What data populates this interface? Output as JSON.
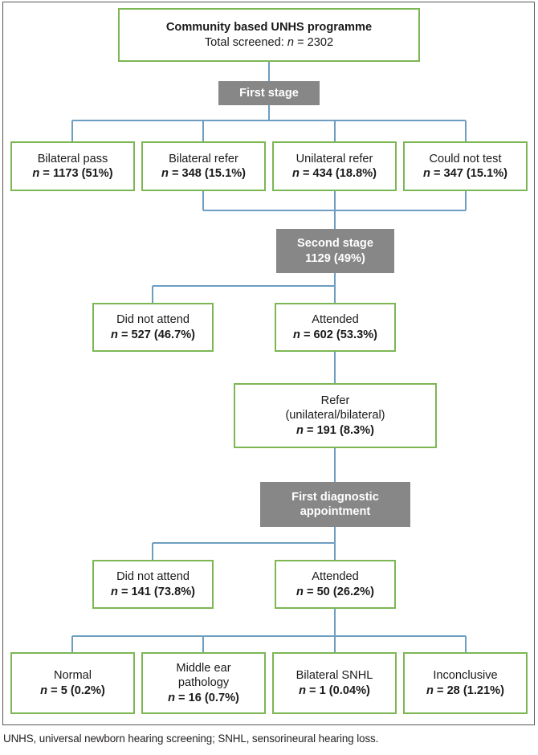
{
  "figure": {
    "type": "flowchart",
    "caption": "UNHS, universal newborn hearing screening; SNHL, sensorineural hearing loss.",
    "colors": {
      "node_border_green": "#7cb754",
      "node_fill_gray": "#878787",
      "connector_blue": "#6d9dc0",
      "text_dark": "#1a1a1a",
      "text_light": "#ffffff",
      "frame_border": "#58585a"
    }
  },
  "nodes": {
    "root": {
      "title": "Community based UNHS programme",
      "subtitle": "Total screened: n = 2302",
      "subtitle_prefix": "Total screened: ",
      "subtitle_nvar": "n",
      "subtitle_value": " = 2302"
    },
    "stage1": {
      "label": "First stage"
    },
    "outcomes1": [
      {
        "label": "Bilateral pass",
        "nvar": "n",
        "stat": " = 1173 (51%)",
        "count": 1173,
        "percent": 51.0
      },
      {
        "label": "Bilateral refer",
        "nvar": "n",
        "stat": " = 348 (15.1%)",
        "count": 348,
        "percent": 15.1
      },
      {
        "label": "Unilateral refer",
        "nvar": "n",
        "stat": " = 434 (18.8%)",
        "count": 434,
        "percent": 18.8
      },
      {
        "label": "Could not test",
        "nvar": "n",
        "stat": " = 347 (15.1%)",
        "count": 347,
        "percent": 15.1
      }
    ],
    "stage2": {
      "label": "Second stage",
      "stat": "1129 (49%)",
      "count": 1129,
      "percent": 49.0
    },
    "attendance1": [
      {
        "label": "Did not attend",
        "nvar": "n",
        "stat": " = 527 (46.7%)",
        "count": 527,
        "percent": 46.7
      },
      {
        "label": "Attended",
        "nvar": "n",
        "stat": " = 602 (53.3%)",
        "count": 602,
        "percent": 53.3
      }
    ],
    "refer": {
      "line1": "Refer",
      "line2": "(unilateral/bilateral)",
      "nvar": "n",
      "stat": " = 191 (8.3%)",
      "count": 191,
      "percent": 8.3
    },
    "stage3": {
      "line1": "First diagnostic",
      "line2": "appointment"
    },
    "attendance2": [
      {
        "label": "Did not attend",
        "nvar": "n",
        "stat": " = 141 (73.8%)",
        "count": 141,
        "percent": 73.8
      },
      {
        "label": "Attended",
        "nvar": "n",
        "stat": " = 50 (26.2%)",
        "count": 50,
        "percent": 26.2
      }
    ],
    "diagnoses": [
      {
        "label_line1": "Normal",
        "label_line2": "",
        "nvar": "n",
        "stat": " = 5 (0.2%)",
        "count": 5,
        "percent": 0.2
      },
      {
        "label_line1": "Middle ear",
        "label_line2": "pathology",
        "nvar": "n",
        "stat": " = 16 (0.7%)",
        "count": 16,
        "percent": 0.7
      },
      {
        "label_line1": "Bilateral SNHL",
        "label_line2": "",
        "nvar": "n",
        "stat": " = 1 (0.04%)",
        "count": 1,
        "percent": 0.04
      },
      {
        "label_line1": "Inconclusive",
        "label_line2": "",
        "nvar": "n",
        "stat": " = 28 (1.21%)",
        "count": 28,
        "percent": 1.21
      }
    ]
  }
}
